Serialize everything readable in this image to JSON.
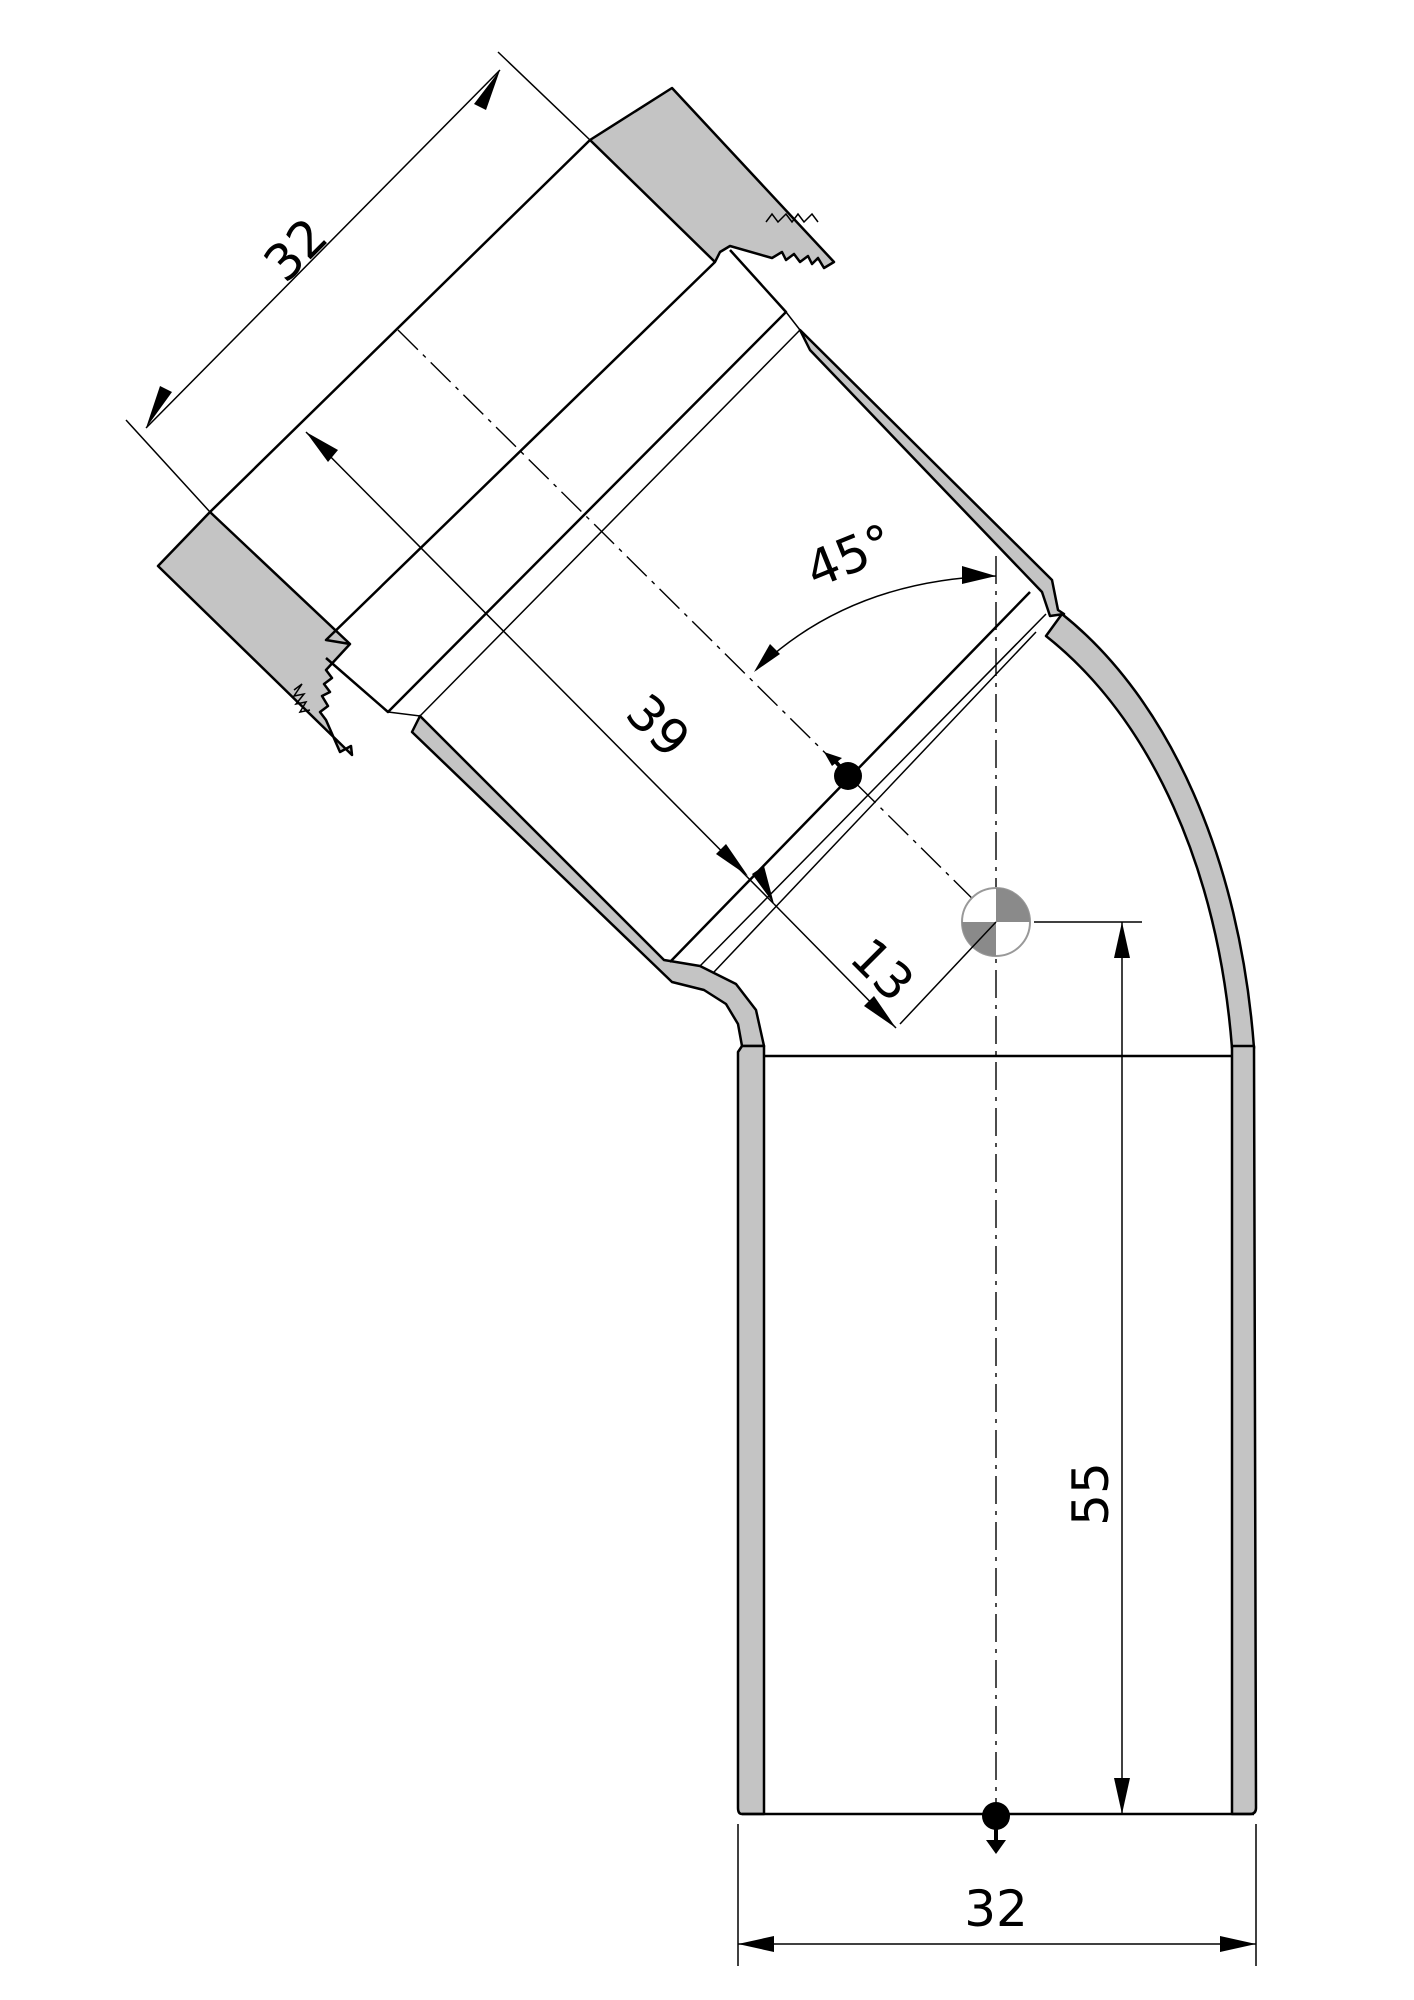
{
  "drawing": {
    "angle_label": "45°",
    "dimensions": {
      "socket_diameter": "32",
      "socket_depth": "39",
      "offset": "13",
      "leg_length": "55",
      "pipe_diameter": "32"
    }
  },
  "colors": {
    "wall_fill": "#c4c4c4",
    "line": "#000000",
    "background": "#ffffff"
  }
}
